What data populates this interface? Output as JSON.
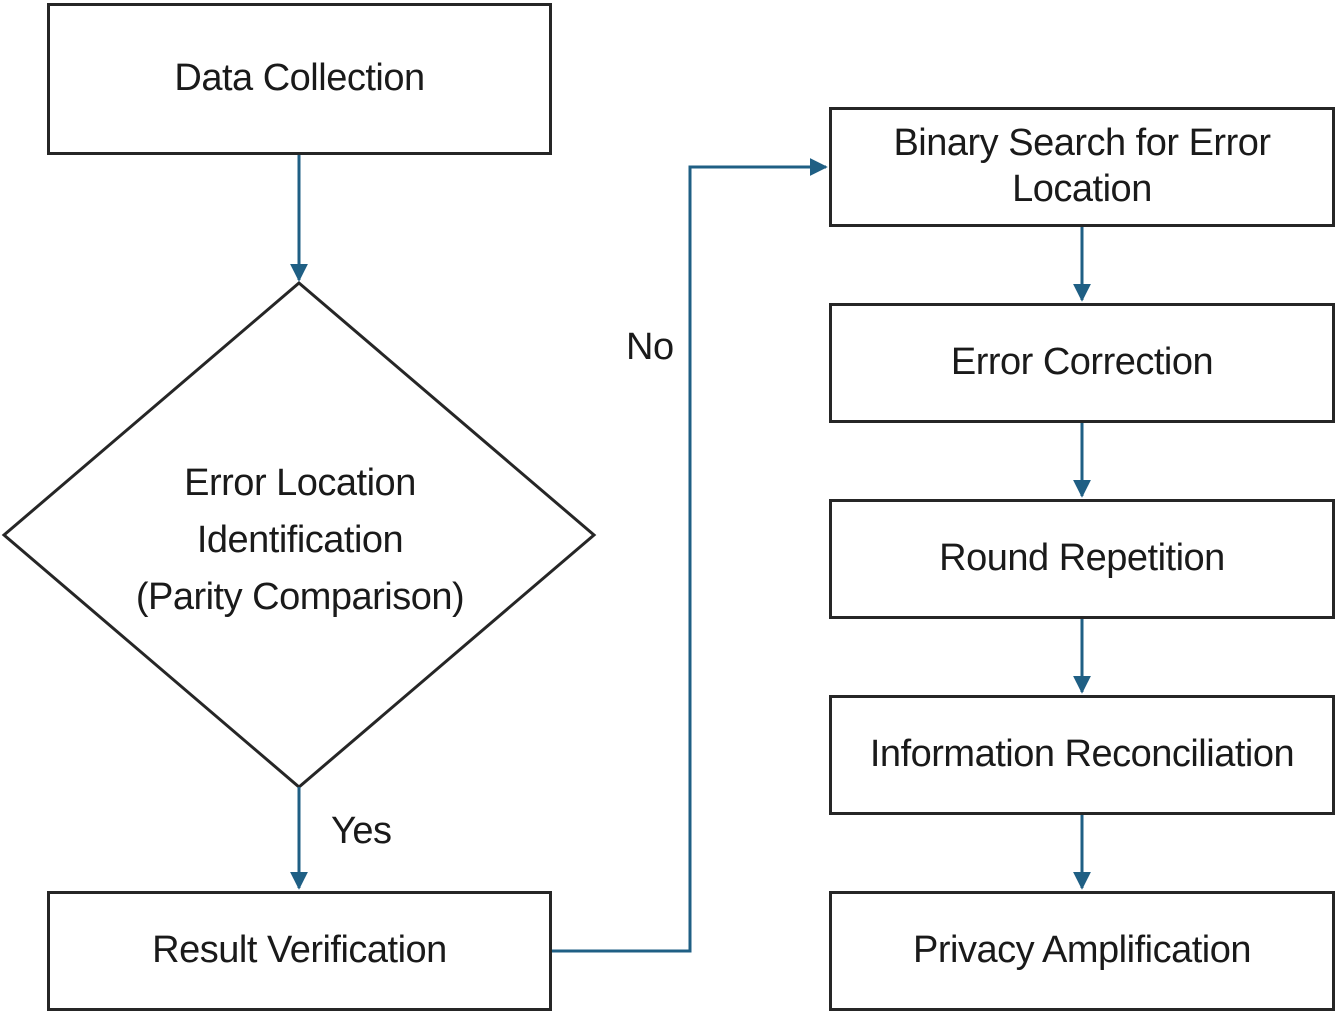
{
  "nodes": {
    "data_collection": "Data Collection",
    "decision": {
      "line1": "Error Location",
      "line2": "Identification",
      "line3": "(Parity Comparison)"
    },
    "result_verification": "Result Verification",
    "binary_search": "Binary Search for Error Location",
    "error_correction": "Error Correction",
    "round_repetition": "Round Repetition",
    "information_reconciliation": "Information Reconciliation",
    "privacy_amplification": "Privacy Amplification"
  },
  "edge_labels": {
    "no": "No",
    "yes": "Yes"
  },
  "colors": {
    "connector": "#1f5f84",
    "border": "#262626"
  }
}
